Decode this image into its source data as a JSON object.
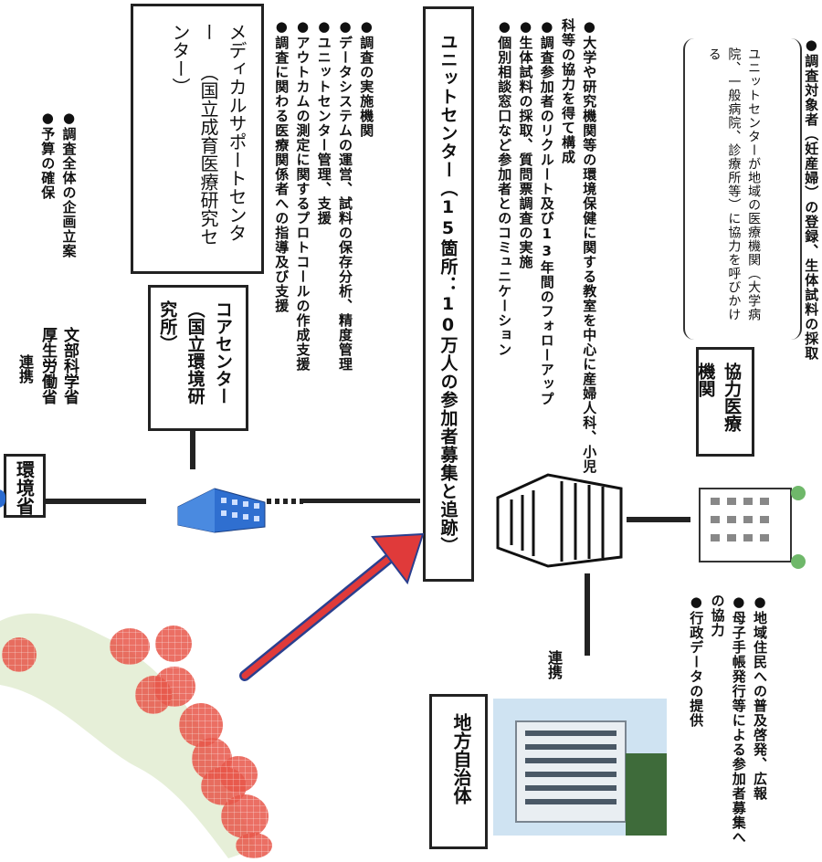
{
  "ministries": {
    "env": "環境省",
    "renkei_left": "連携",
    "mhlw": "厚生労働省",
    "mext": "文部科学省"
  },
  "ministry_roles": [
    "●調査全体の企画立案",
    "●予算の確保"
  ],
  "core_center": {
    "title": "コアセンター",
    "org": "（国立環境研究所）"
  },
  "core_roles": [
    "●調査の実施機関",
    "●データシステムの運営、試料の保存分析、精度管理",
    "●ユニットセンター管理、支援",
    "●アウトカムの測定に関するプロトコールの作成支援",
    "●調査に関わる医療関係者への指導及び支援"
  ],
  "medical_support": {
    "title": "メディカルサポートセンター",
    "org": "（国立成育医療研究センター）"
  },
  "unit_center_title": "ユニットセンター（15箇所：10万人の参加者募集と追跡）",
  "unit_roles": [
    "●大学や研究機関等の環境保健に関する教室を中心に産婦人科、小児科等の協力を得て構成",
    "●調査参加者のリクルート及び13年間のフォローアップ",
    "●生体試料の採取、質問票調査の実施",
    "●個別相談窓口など参加者とのコミュニケーション"
  ],
  "local_gov": {
    "title": "地方自治体",
    "renkei": "連携"
  },
  "local_roles": [
    "●地域住民への普及啓発、広報",
    "●母子手帳発行等による参加者募集への協力",
    "●行政データの提供"
  ],
  "coop_medical": {
    "title": "協力医療機関",
    "note": "ユニットセンターが地域の医療機関（大学病院、一般病院、診療所等）に協力を呼びかける"
  },
  "coop_roles": [
    "●調査対象者（妊産婦）の登録、生体試料の採取"
  ],
  "colors": {
    "map_red": "#e8574a",
    "arrow_red": "#e03a3a",
    "arrow_blue": "#2a3f8f",
    "building_blue": "#2f6fd0"
  }
}
